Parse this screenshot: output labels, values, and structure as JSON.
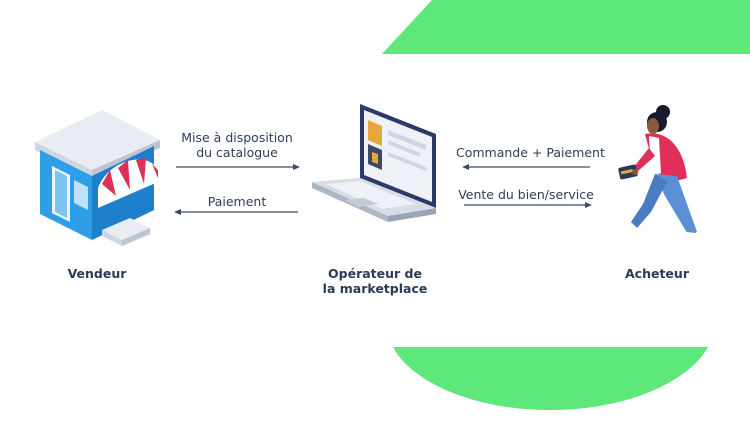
{
  "actors": {
    "vendor": "Vendeur",
    "operator_line1": "Opérateur de",
    "operator_line2": "la marketplace",
    "buyer": "Acheteur"
  },
  "flows": {
    "catalog_line1": "Mise à disposition",
    "catalog_line2": "du catalogue",
    "payment_to_vendor": "Paiement",
    "order_payment": "Commande + Paiement",
    "delivery": "Vente du bien/service"
  },
  "colors": {
    "accent_green": "#5ee87a",
    "arrow": "#3c4a66",
    "shop_blue": "#2f9ee8",
    "awning_red": "#e0305a"
  }
}
